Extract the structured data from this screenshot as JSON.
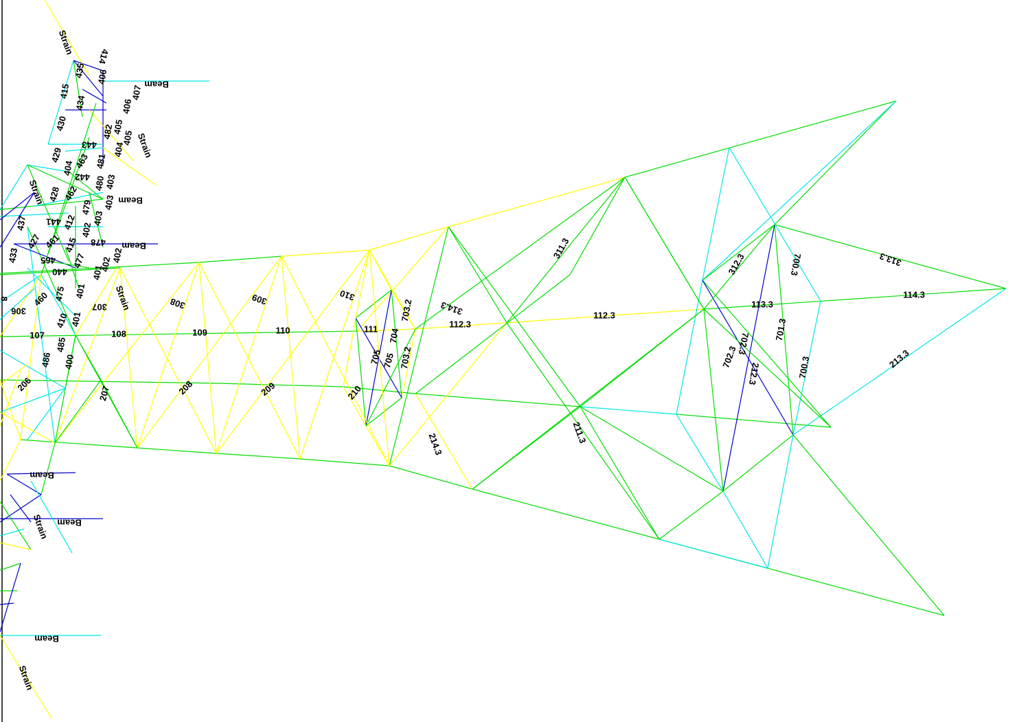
{
  "colors": {
    "green": "#00dd00",
    "yellow": "#ffff00",
    "cyan": "#00e5e5",
    "blue": "#0000cc",
    "label": "#000000",
    "frame": "#000000"
  },
  "labels": {
    "strain_1": "Strain",
    "n414": "414",
    "n435": "435",
    "n415": "415",
    "n406a": "406",
    "beam_1": "Beam",
    "n407": "407",
    "n406b": "406",
    "n430": "430",
    "n434": "434",
    "n405a": "405",
    "n405b": "405",
    "n404a": "404",
    "strain_2": "Strain",
    "n429": "429",
    "n443": "443",
    "n482": "482",
    "n481": "481",
    "n403a": "403",
    "n404b": "404",
    "n463": "463",
    "n442": "442",
    "n480": "480",
    "n403b": "403",
    "strain_3": "Strain",
    "n428": "428",
    "n462": "462",
    "beam_2": "Beam",
    "n479": "479",
    "n403c": "403",
    "n437": "437",
    "n441": "441",
    "n412": "412",
    "n402a": "402",
    "n427": "427",
    "n461": "461",
    "n478": "478",
    "beam_3": "Beam",
    "n402b": "402",
    "n433": "433",
    "n465": "465",
    "n415b": "415",
    "n477": "477",
    "n402c": "402",
    "n401a": "401",
    "n440": "440",
    "strain_4": "Strain",
    "n460": "460",
    "n475": "475",
    "n401b": "401",
    "n307": "307",
    "n306": "306",
    "n410": "410",
    "n401c": "401",
    "n107": "107",
    "n108": "108",
    "n486": "486",
    "n485": "485",
    "n400": "400",
    "n206": "206",
    "n207": "207",
    "n308": "308",
    "n309": "309",
    "n310": "310",
    "n109": "109",
    "n110": "110",
    "n208": "208",
    "n209": "209",
    "n210": "210",
    "n111": "111",
    "n705": "705",
    "n705b": "705",
    "n704": "704",
    "n703_2": "703.2",
    "n703_2b": "703.2",
    "n314_3": "314.3",
    "n112_3a": "112.3",
    "n311_3": "311.3",
    "n112_3b": "112.3",
    "n214_3": "214.3",
    "n211_3": "211.3",
    "n312_3": "312.3",
    "n113_3": "113.3",
    "n700_3a": "700.3",
    "n313_3": "313.3",
    "n114_3": "114.3",
    "n701_3": "701.3",
    "n702_3a": "702.3",
    "n702_3b": "702.3",
    "n212_3": "212.3",
    "n700_3b": "700.3",
    "n213_3": "213.3",
    "beam_4": "Beam",
    "strain_5": "Strain",
    "beam_5": "Beam",
    "beam_6": "Beam",
    "strain_6": "Strain",
    "n8": "8"
  }
}
